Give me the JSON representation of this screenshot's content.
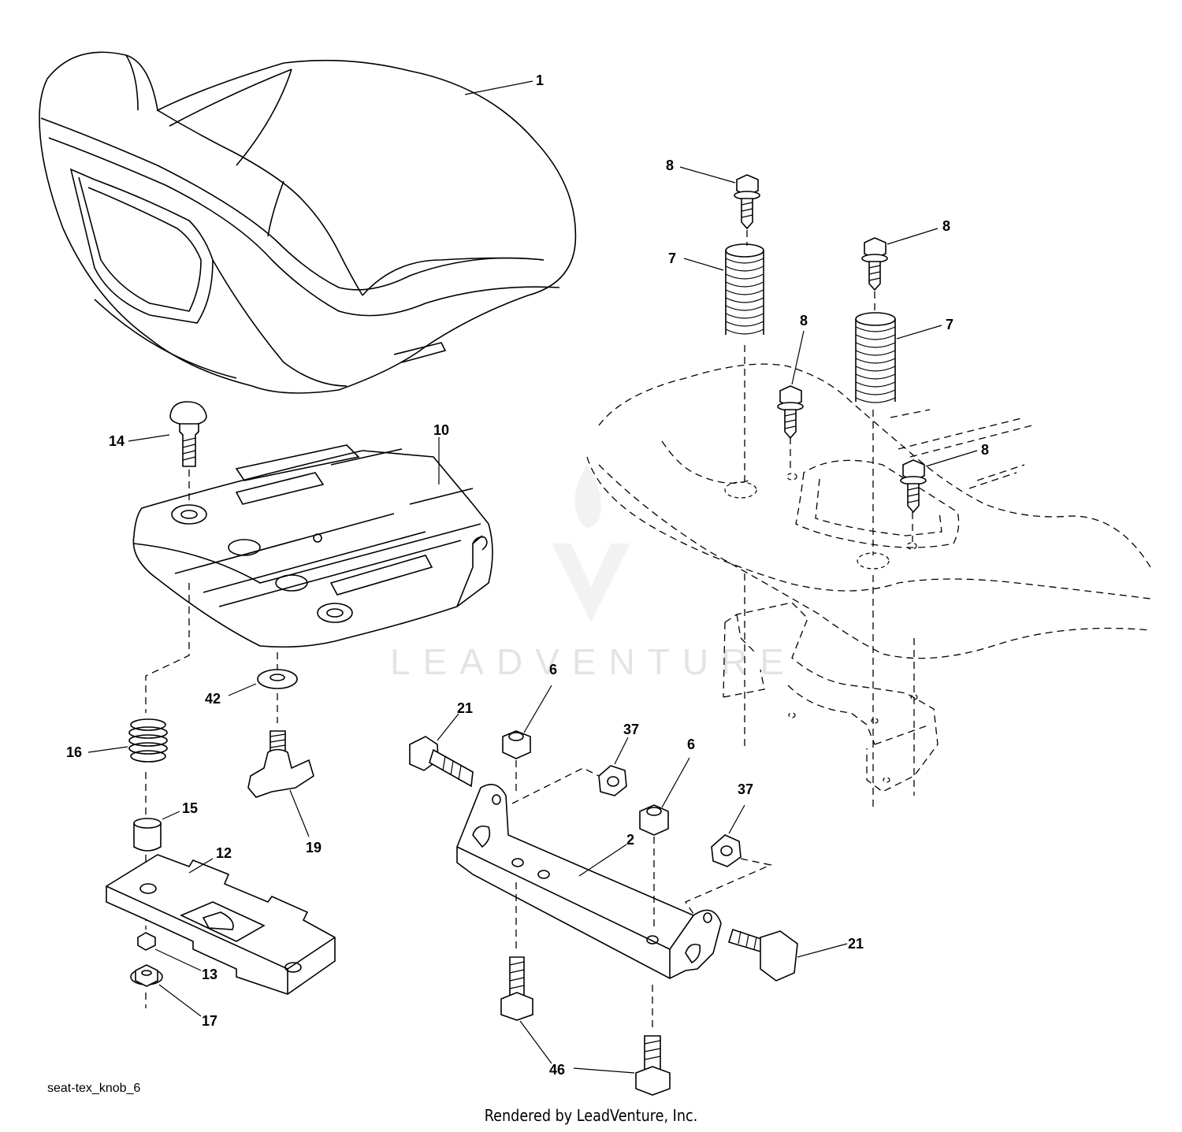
{
  "diagram": {
    "code": "seat-tex_knob_6",
    "credit": "Rendered by LeadVenture, Inc.",
    "watermark": "LEADVENTURE",
    "callouts": {
      "seat": "1",
      "bracket": "2",
      "nut_left": "6",
      "nut_right": "6",
      "spring_left": "7",
      "spring_right": "7",
      "bolt_top_left": "8",
      "bolt_top_right": "8",
      "bolt_mid": "8",
      "bolt_lower_right": "8",
      "seat_pan": "10",
      "slide_plate": "12",
      "nut_13": "13",
      "carriage_bolt": "14",
      "spacer": "15",
      "spring_16": "16",
      "nut_17": "17",
      "knob": "19",
      "bolt_21_left": "21",
      "bolt_21_right": "21",
      "nut_37_upper": "37",
      "nut_37_lower": "37",
      "washer": "42",
      "bolt_46": "46"
    }
  }
}
